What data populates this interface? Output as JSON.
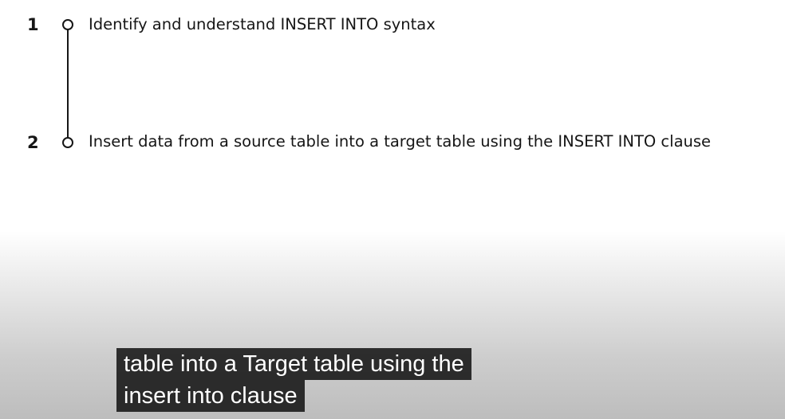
{
  "steps": [
    {
      "number": "1",
      "label": "Identify and understand INSERT INTO syntax"
    },
    {
      "number": "2",
      "label": "Insert data from a source table into a target table using the INSERT INTO clause"
    }
  ],
  "caption": {
    "lines": [
      "table into a Target table using the",
      "insert into clause"
    ]
  },
  "colors": {
    "text": "#161616",
    "caption_background": "#080808",
    "caption_text": "#ffffff"
  }
}
